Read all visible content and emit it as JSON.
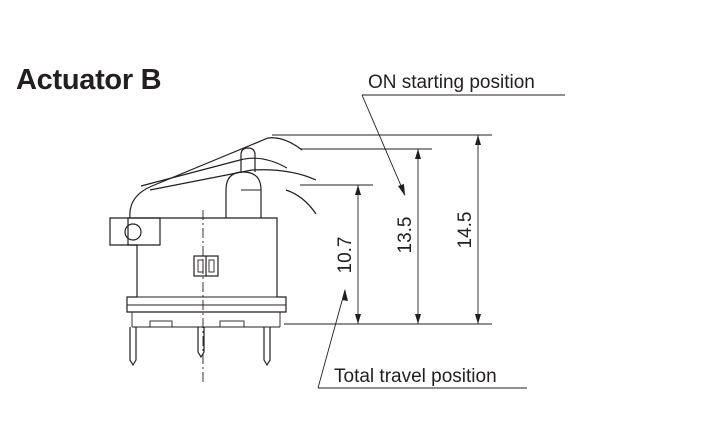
{
  "title": "Actuator B",
  "labels": {
    "on_starting_position": "ON starting position",
    "total_travel_position": "Total travel position"
  },
  "dimensions": {
    "d1": "10.7",
    "d2": "13.5",
    "d3": "14.5"
  }
}
